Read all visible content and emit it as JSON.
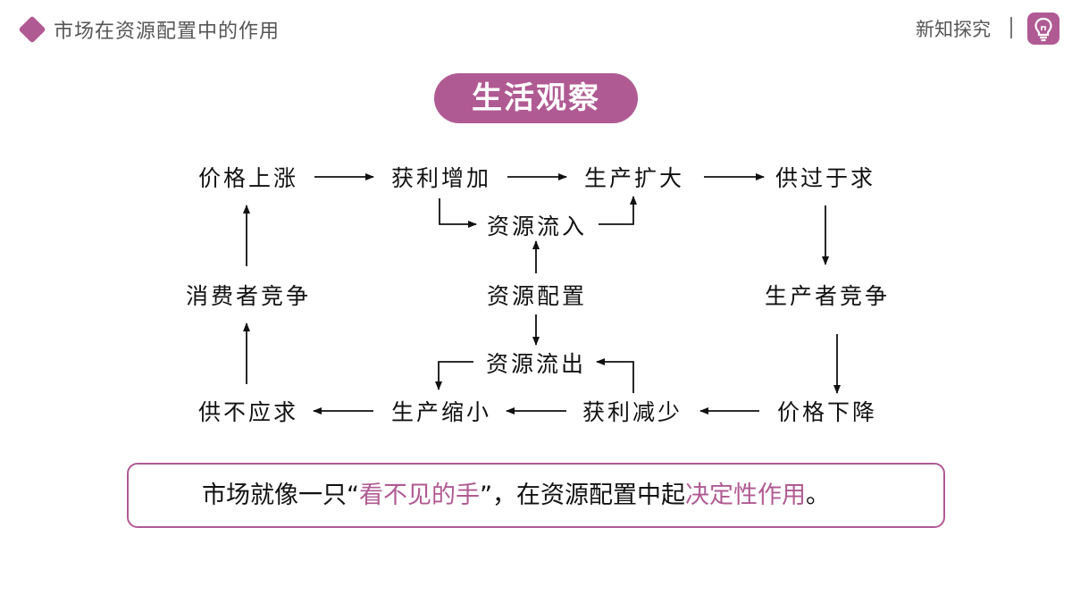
{
  "header": {
    "title": "市场在资源配置中的作用",
    "section_label": "新知探究",
    "separator": "|",
    "badge_icon": "lightbulb-icon"
  },
  "pill_title": "生活观察",
  "diagram": {
    "nodes": {
      "price_rise": "价格上涨",
      "profit_up": "获利增加",
      "production_expand": "生产扩大",
      "supply_exceeds": "供过于求",
      "inflow": "资源流入",
      "consumer_competition": "消费者竞争",
      "allocation": "资源配置",
      "producer_competition": "生产者竞争",
      "outflow": "资源流出",
      "supply_short": "供不应求",
      "production_shrink": "生产缩小",
      "profit_down": "获利减少",
      "price_fall": "价格下降"
    }
  },
  "summary": {
    "part1": "市场就像一只“",
    "highlight1": "看不见的手",
    "part2": "”，在资源配置中起",
    "highlight2": "决定性作用",
    "part3": "。"
  },
  "colors": {
    "accent": "#b05a93",
    "text": "#111111",
    "header_text": "#555555"
  }
}
